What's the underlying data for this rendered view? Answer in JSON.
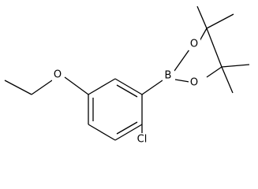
{
  "molecule": {
    "atom_labels": {
      "oxygen_ether": "O",
      "boron": "B",
      "oxygen_top": "O",
      "oxygen_bottom": "O",
      "chlorine": "Cl"
    }
  }
}
